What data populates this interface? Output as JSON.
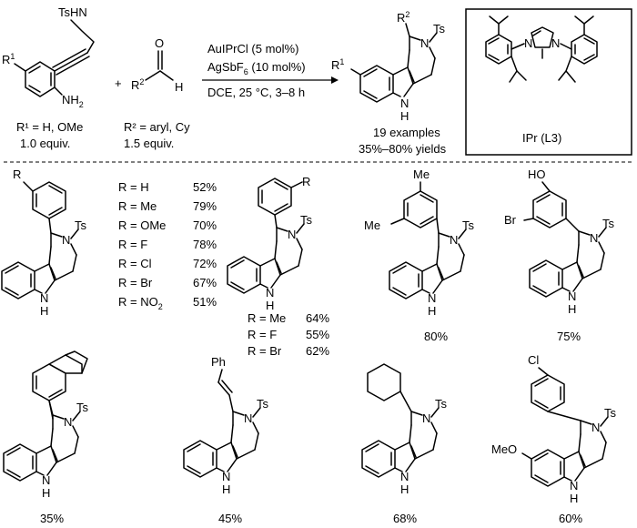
{
  "reaction": {
    "reactant1": {
      "nh_label": "TsHN",
      "r_label": "R",
      "r_sup": "1",
      "nh2": "NH",
      "nh2_sub": "2",
      "def_line": "R¹ = H, OMe",
      "equiv": "1.0 equiv."
    },
    "plus": "+",
    "reactant2": {
      "o_label": "O",
      "h_label": "H",
      "r_label": "R",
      "r_sup": "2",
      "def_line": "R² = aryl, Cy",
      "equiv": "1.5 equiv."
    },
    "conditions": {
      "line1": "AuIPrCl (5 mol%)",
      "line2_main": "AgSbF",
      "line2_sub": "6",
      "line2_rest": " (10 mol%)",
      "line3": "DCE, 25 °C, 3–8 h"
    },
    "product": {
      "r1": "R",
      "r1_sup": "1",
      "r2": "R",
      "r2_sup": "2",
      "n": "N",
      "ts": "Ts",
      "nh": "N",
      "h": "H",
      "examples": "19 examples",
      "yields": "35%–80% yields"
    },
    "catalyst": {
      "label": "IPr (L3)",
      "n1": "N",
      "n2": "N"
    }
  },
  "scope": {
    "series_para": {
      "r_label": "R",
      "rows": [
        {
          "r": "R = H",
          "y": "52%"
        },
        {
          "r": "R = Me",
          "y": "79%"
        },
        {
          "r": "R = OMe",
          "y": "70%"
        },
        {
          "r": "R = F",
          "y": "78%"
        },
        {
          "r": "R = Cl",
          "y": "72%"
        },
        {
          "r": "R = Br",
          "y": "67%"
        },
        {
          "r": "R = NO",
          "y": "51%",
          "sub": "2"
        }
      ]
    },
    "series_ortho": {
      "r_label": "R",
      "rows": [
        {
          "r": "R = Me",
          "y": "64%"
        },
        {
          "r": "R = F",
          "y": "55%"
        },
        {
          "r": "R = Br",
          "y": "62%"
        }
      ]
    },
    "dimethyl": {
      "me1": "Me",
      "me2": "Me",
      "yield": "80%"
    },
    "bromophenol": {
      "ho": "HO",
      "br": "Br",
      "yield": "75%"
    },
    "naphthyl": {
      "yield": "35%"
    },
    "styryl": {
      "ph": "Ph",
      "yield": "45%"
    },
    "cyclohexyl": {
      "yield": "68%"
    },
    "methoxy": {
      "cl": "Cl",
      "meo": "MeO",
      "yield": "60%"
    },
    "common": {
      "n": "N",
      "ts": "Ts",
      "nh": "N",
      "h": "H"
    }
  }
}
